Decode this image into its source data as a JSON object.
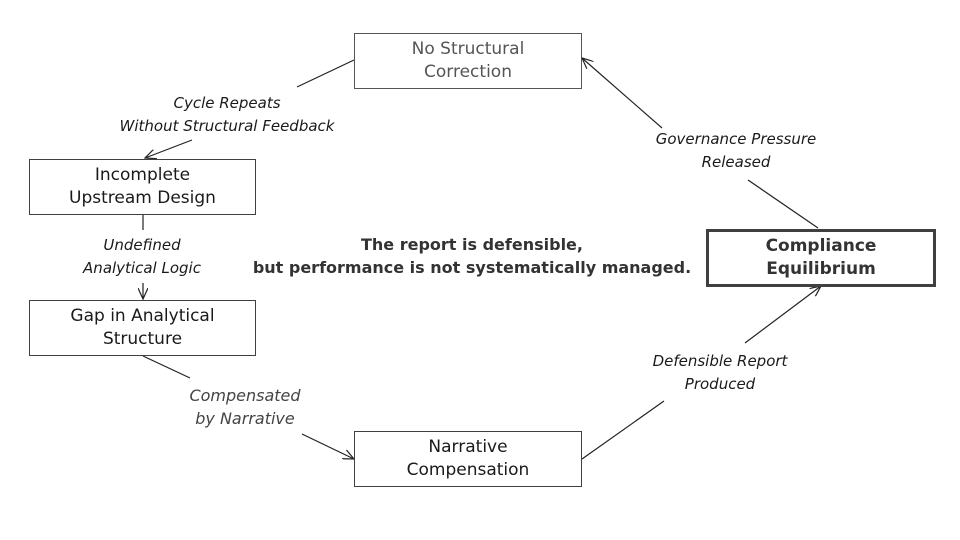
{
  "nodes": {
    "no_structural_correction": [
      "No Structural",
      "Correction"
    ],
    "incomplete_upstream_design": [
      "Incomplete",
      "Upstream Design"
    ],
    "gap_in_analytical_structure": [
      "Gap in Analytical",
      "Structure"
    ],
    "narrative_compensation": [
      "Narrative",
      "Compensation"
    ],
    "compliance_equilibrium": [
      "Compliance",
      "Equilibrium"
    ]
  },
  "edge_labels": {
    "cycle_repeats": [
      "Cycle Repeats",
      "Without Structural Feedback"
    ],
    "undefined_logic": [
      "Undefined",
      "Analytical Logic"
    ],
    "compensated": [
      "Compensated",
      "by Narrative"
    ],
    "defensible_report": [
      "Defensible Report",
      "Produced"
    ],
    "governance_pressure": [
      "Governance Pressure",
      "Released"
    ]
  },
  "center_note": [
    "The report is defensible,",
    "but performance is not systematically managed."
  ]
}
